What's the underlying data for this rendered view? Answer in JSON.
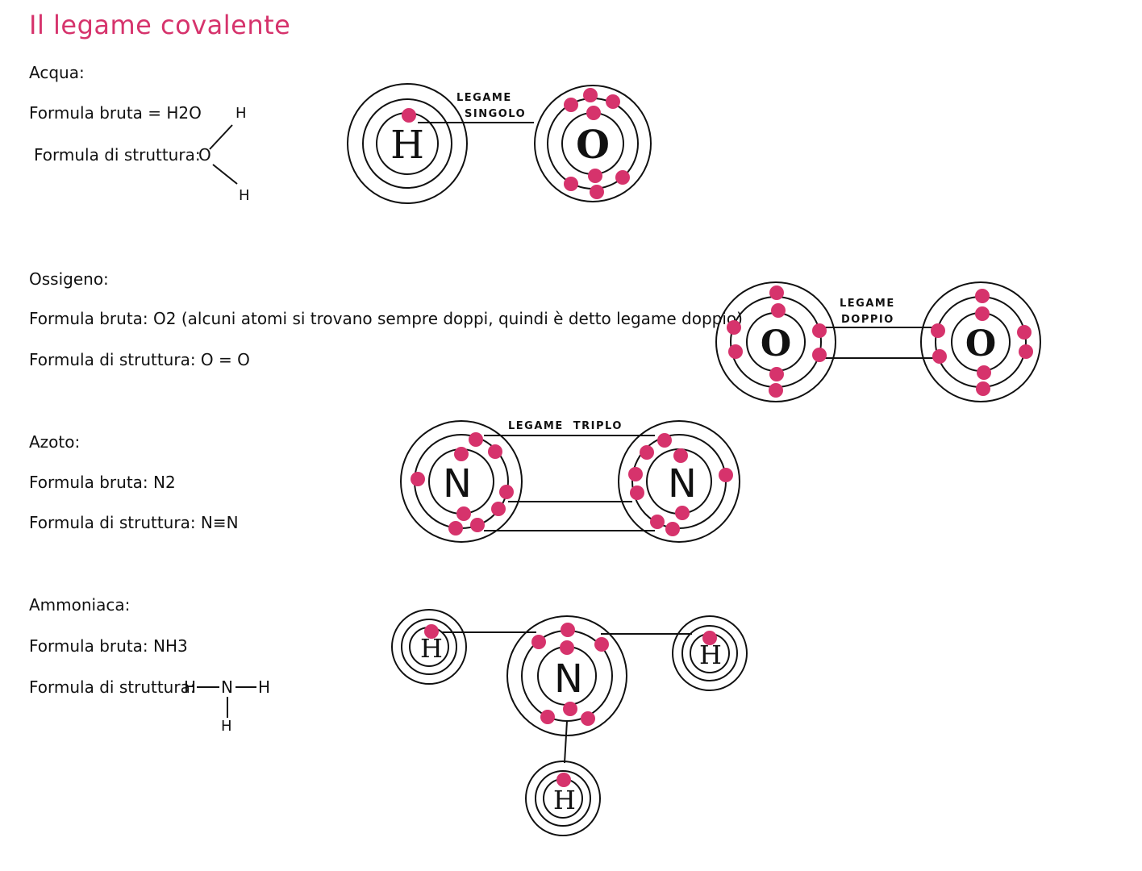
{
  "title": "Il legame covalente",
  "water": {
    "heading": "Acqua:",
    "formula_bruta": "Formula bruta = H2O",
    "formula_struttura": "Formula di struttura:",
    "atoms": {
      "o": "O",
      "h1": "H",
      "h2": "H"
    },
    "diagram": {
      "h": "H",
      "o": "O",
      "bond_line1": "LEGAME",
      "bond_line2": "SINGOLO"
    }
  },
  "oxygen": {
    "heading": "Ossigeno:",
    "formula_bruta": "Formula bruta: O2 (alcuni atomi si trovano sempre doppi, quindi è detto legame doppio)",
    "formula_struttura": "Formula di struttura: O = O",
    "diagram": {
      "o1": "O",
      "o2": "O",
      "bond_line1": "LEGAME",
      "bond_line2": "DOPPIO"
    }
  },
  "nitrogen": {
    "heading": "Azoto:",
    "formula_bruta": "Formula bruta: N2",
    "formula_struttura": "Formula di struttura: N≡N",
    "diagram": {
      "n1": "N",
      "n2": "N",
      "bond": "LEGAME  TRIPLO"
    }
  },
  "ammonia": {
    "heading": "Ammoniaca:",
    "formula_bruta": "Formula bruta: NH3",
    "formula_struttura": "Formula di struttura:",
    "struct": {
      "h_left": "H",
      "n": "N",
      "h_right": "H",
      "h_bottom": "H"
    },
    "diagram": {
      "n": "N",
      "h1": "H",
      "h2": "H",
      "h3": "H"
    }
  },
  "colors": {
    "title": "#d6336c",
    "electron": "#d6336c",
    "ink": "#111111"
  }
}
